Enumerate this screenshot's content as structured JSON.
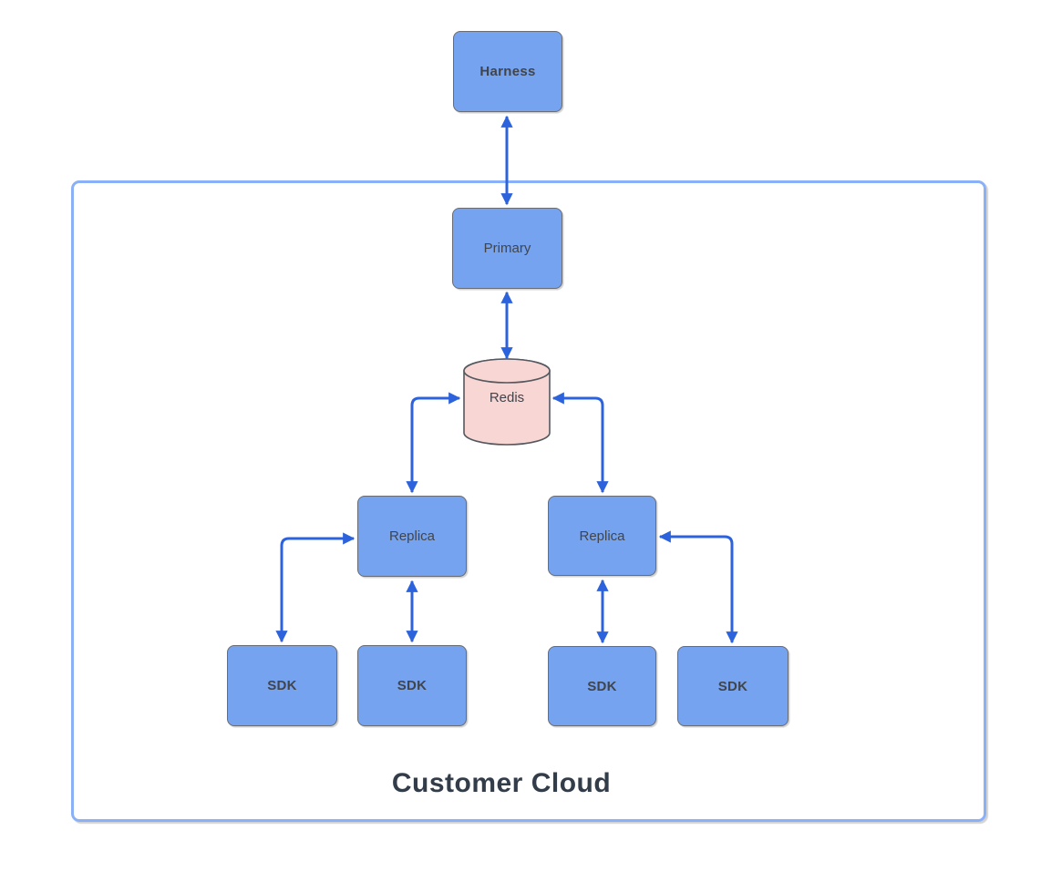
{
  "diagram": {
    "type": "architecture-flowchart",
    "container": {
      "label": "Customer Cloud"
    },
    "nodes": {
      "harness": {
        "label": "Harness",
        "shape": "rectangle"
      },
      "primary": {
        "label": "Primary",
        "shape": "rectangle"
      },
      "redis": {
        "label": "Redis",
        "shape": "cylinder"
      },
      "replica_left": {
        "label": "Replica",
        "shape": "rectangle"
      },
      "replica_right": {
        "label": "Replica",
        "shape": "rectangle"
      },
      "sdk_1": {
        "label": "SDK",
        "shape": "rectangle"
      },
      "sdk_2": {
        "label": "SDK",
        "shape": "rectangle"
      },
      "sdk_3": {
        "label": "SDK",
        "shape": "rectangle"
      },
      "sdk_4": {
        "label": "SDK",
        "shape": "rectangle"
      }
    },
    "edges": [
      {
        "from": "harness",
        "to": "primary",
        "direction": "bidirectional"
      },
      {
        "from": "primary",
        "to": "redis",
        "direction": "bidirectional"
      },
      {
        "from": "redis",
        "to": "replica_left",
        "direction": "bidirectional"
      },
      {
        "from": "redis",
        "to": "replica_right",
        "direction": "bidirectional"
      },
      {
        "from": "replica_left",
        "to": "sdk_1",
        "direction": "bidirectional"
      },
      {
        "from": "replica_left",
        "to": "sdk_2",
        "direction": "bidirectional"
      },
      {
        "from": "replica_right",
        "to": "sdk_3",
        "direction": "bidirectional"
      },
      {
        "from": "replica_right",
        "to": "sdk_4",
        "direction": "bidirectional"
      }
    ],
    "colors": {
      "node_fill": "#75a3ef",
      "node_border": "#696c72",
      "node_text": "#41454b",
      "redis_fill": "#f8d6d4",
      "redis_border": "#54585f",
      "arrow": "#2c63dd",
      "container_border": "#8ab0f7",
      "container_label": "#323d49",
      "background": "#ffffff"
    }
  }
}
